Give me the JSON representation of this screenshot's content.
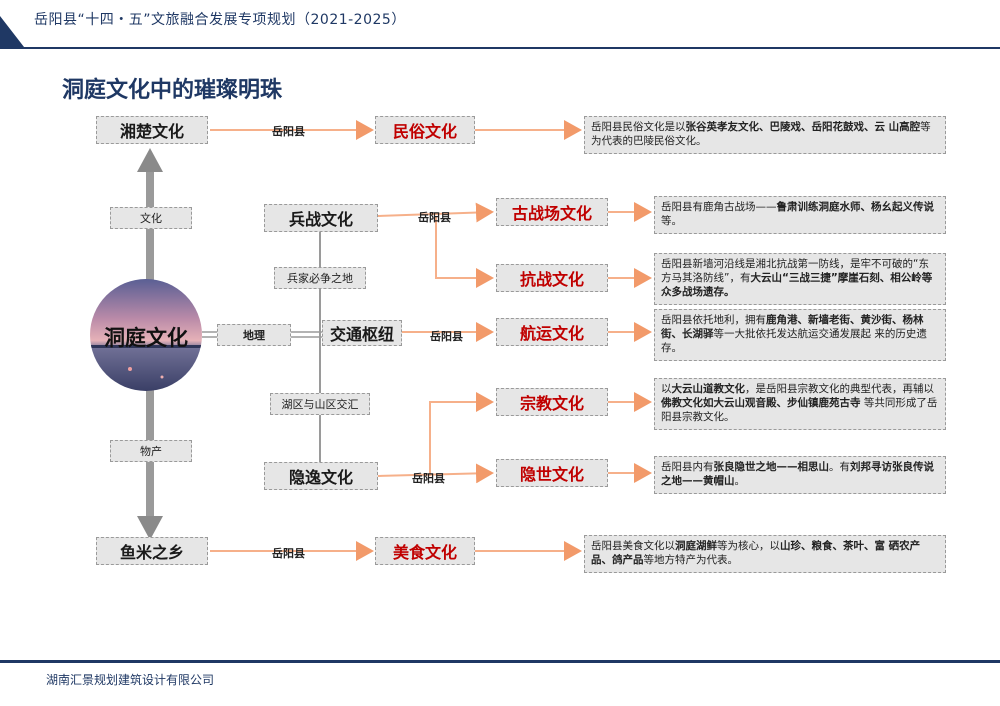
{
  "header": {
    "title": "岳阳县“十四・五”文旅融合发展专项规划（2021-2025）"
  },
  "page_title": "洞庭文化中的璀璨明珠",
  "center": {
    "label": "洞庭文化"
  },
  "left_nodes": {
    "top": "湘楚文化",
    "bottom": "鱼米之乡",
    "culture_label": "文化",
    "product_label": "物产",
    "geo_label": "地理"
  },
  "middle_nodes": {
    "military": "兵战文化",
    "military_note": "兵家必争之地",
    "transport": "交通枢纽",
    "junction_note": "湖区与山区交汇",
    "hermit": "隐逸文化"
  },
  "connector_label": "岳阳县",
  "branches": {
    "folk": {
      "title": "民俗文化"
    },
    "battlefield": {
      "title": "古战场文化"
    },
    "war": {
      "title": "抗战文化"
    },
    "shipping": {
      "title": "航运文化"
    },
    "religion": {
      "title": "宗教文化"
    },
    "seclusion": {
      "title": "隐世文化"
    },
    "food": {
      "title": "美食文化"
    }
  },
  "descriptions": {
    "folk": [
      {
        "t": "岳阳县民俗文化是以",
        "b": false
      },
      {
        "t": "张谷英孝友文化、巴陵戏、岳阳花鼓戏、云 山高腔",
        "b": true
      },
      {
        "t": "等为代表的巴陵民俗文化。",
        "b": false
      }
    ],
    "battlefield": [
      {
        "t": "岳阳县有鹿角古战场——",
        "b": false
      },
      {
        "t": "鲁肃训练洞庭水师、杨幺起义传说",
        "b": true
      },
      {
        "t": "等。",
        "b": false
      }
    ],
    "war": [
      {
        "t": "岳阳县新墙河沿线是湘北抗战第一防线，是牢不可破的“东方马其洛防线”，有",
        "b": false
      },
      {
        "t": "大云山“三战三捷”摩崖石刻、相公岭等众多战场遗存。",
        "b": true
      }
    ],
    "shipping": [
      {
        "t": "岳阳县依托地利，拥有",
        "b": false
      },
      {
        "t": "鹿角港、新墙老街、黄沙街、杨林街、长湖驿",
        "b": true
      },
      {
        "t": "等一大批依托发达航运交通发展起 来的历史遗存。",
        "b": false
      }
    ],
    "religion": [
      {
        "t": "以",
        "b": false
      },
      {
        "t": "大云山道教文化",
        "b": true
      },
      {
        "t": "，是岳阳县宗教文化的典型代表，再辅以",
        "b": false
      },
      {
        "t": "佛教文化如大云山观音殿、步仙镇鹿苑古寺",
        "b": true
      },
      {
        "t": " 等共同形成了岳阳县宗教文化。",
        "b": false
      }
    ],
    "seclusion": [
      {
        "t": "岳阳县内有",
        "b": false
      },
      {
        "t": "张良隐世之地——相思山",
        "b": true
      },
      {
        "t": "。有",
        "b": false
      },
      {
        "t": "刘邦寻访张良传说之地——黄帽山",
        "b": true
      },
      {
        "t": "。",
        "b": false
      }
    ],
    "food": [
      {
        "t": "岳阳县美食文化以",
        "b": false
      },
      {
        "t": "洞庭湖鲜",
        "b": true
      },
      {
        "t": "等为核心，以",
        "b": false
      },
      {
        "t": "山珍、粮食、茶叶、富 硒农产品、鸽产品",
        "b": true
      },
      {
        "t": "等地方特产为代表。",
        "b": false
      }
    ]
  },
  "footer": {
    "company": "湖南汇景规划建筑设计有限公司"
  },
  "colors": {
    "navy": "#1f3864",
    "accent_red": "#c00000",
    "arrow_orange": "#f6b08a",
    "box_gray": "#e6e6e6"
  }
}
